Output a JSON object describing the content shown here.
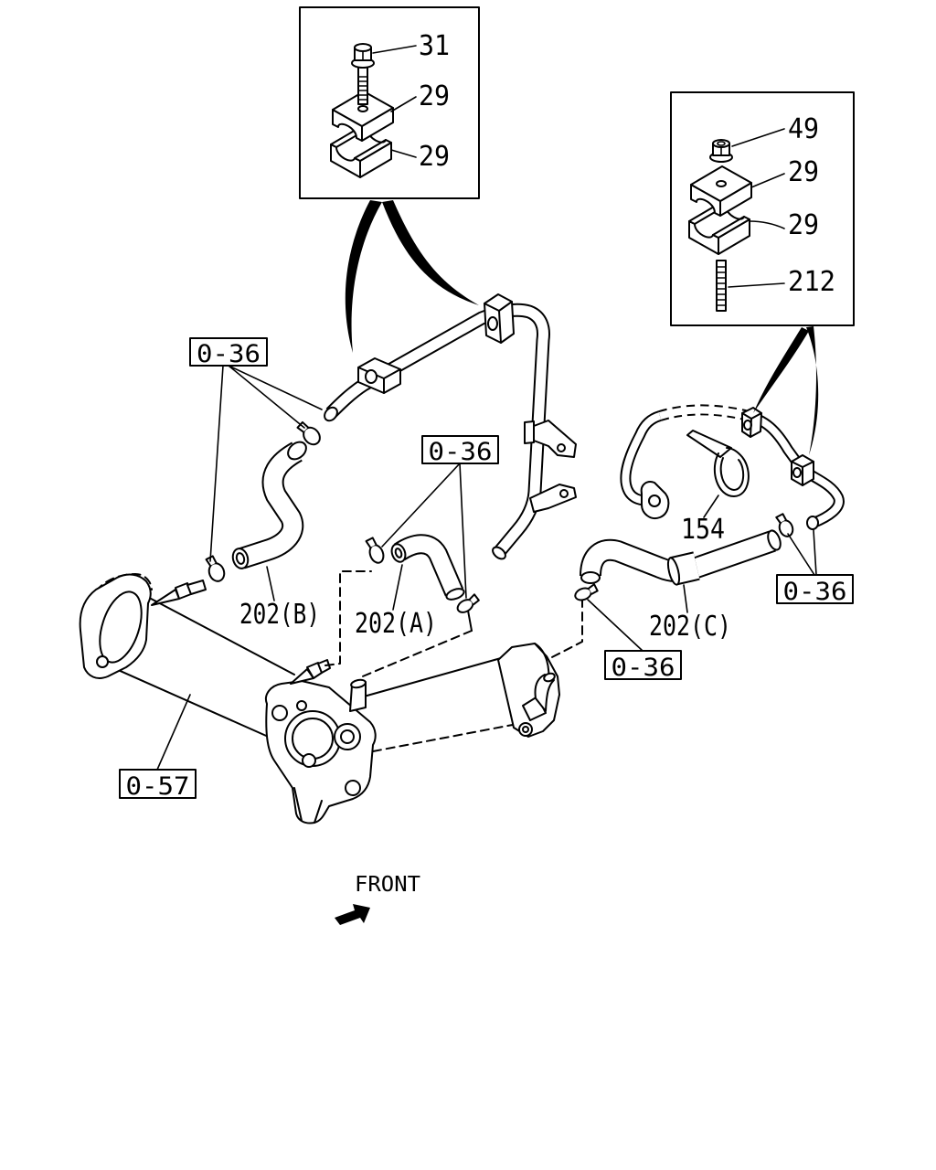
{
  "inset_left": {
    "bolt": "31",
    "clamp_upper": "29",
    "clamp_lower": "29"
  },
  "inset_right": {
    "nut": "49",
    "clamp_upper": "29",
    "clamp_lower": "29",
    "stud": "212"
  },
  "refs": {
    "r1": "0-36",
    "r2": "0-36",
    "r3": "0-36",
    "r4": "0-36",
    "r5": "0-57"
  },
  "parts": {
    "p202b": "202(B)",
    "p202a": "202(A)",
    "p202c": "202(C)",
    "p154": "154"
  },
  "front_label": "FRONT"
}
